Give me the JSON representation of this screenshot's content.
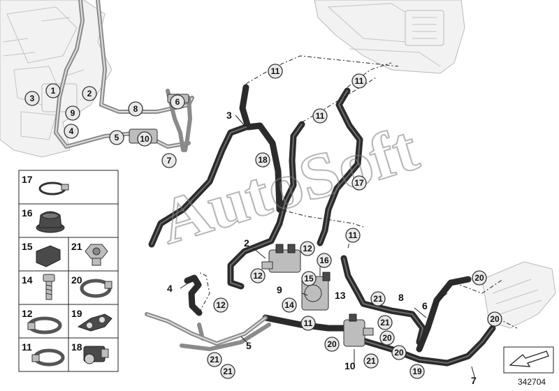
{
  "watermark": "AutoSoft",
  "diagram_number": "342704",
  "callouts": {
    "c1": "1",
    "c2": "2",
    "c3": "3",
    "c5": "5",
    "c6": "6",
    "c7": "7",
    "c8": "8",
    "c9": "9",
    "c10": "10",
    "c11": "11",
    "c12": "12",
    "c14": "14",
    "c15": "15",
    "c16": "16",
    "c17": "17",
    "c18": "18",
    "c19": "19",
    "c20": "20",
    "c21": "21"
  },
  "labels": {
    "p2": "2",
    "p3": "3",
    "p4": "4",
    "p5": "5",
    "p6": "6",
    "p7": "7",
    "p8": "8",
    "p9": "9",
    "p10": "10",
    "p13": "13"
  },
  "legend": [
    {
      "num": "17"
    },
    {
      "num": "16"
    },
    {
      "num": "15"
    },
    {
      "num": "21"
    },
    {
      "num": "14"
    },
    {
      "num": "20"
    },
    {
      "num": "12"
    },
    {
      "num": "19"
    },
    {
      "num": "11"
    },
    {
      "num": "18"
    }
  ]
}
